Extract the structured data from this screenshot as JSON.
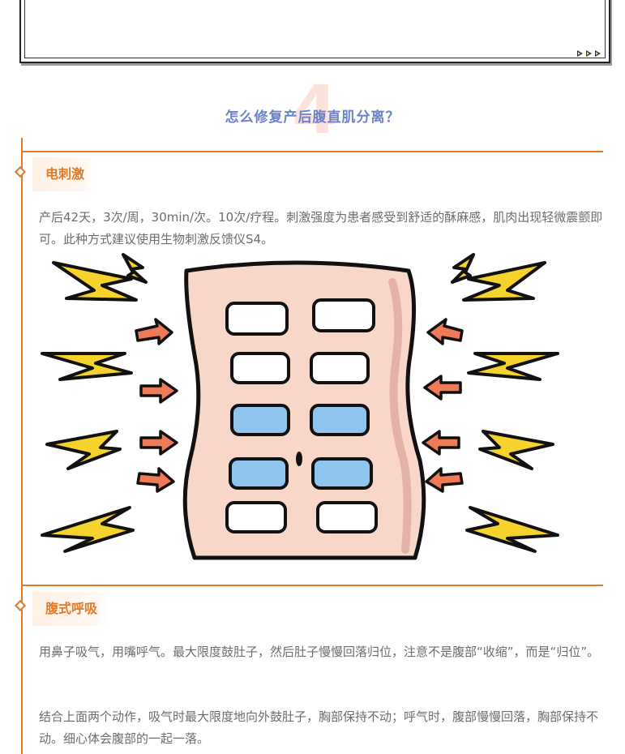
{
  "heading": {
    "bg_number": "4",
    "title": "怎么修复产后腹直肌分离？"
  },
  "sections": [
    {
      "label": "电刺激",
      "paragraphs": [
        "产后42天，3次/周，30min/次。10次/疗程。刺激强度为患者感受到舒适的酥麻感，肌肉出现轻微震颤即可。此种方式建议使用生物刺激反馈仪S4。"
      ]
    },
    {
      "label": "腹式呼吸",
      "paragraphs": [
        "用鼻子吸气，用嘴呼气。最大限度鼓肚子，然后肚子慢慢回落归位，注意不是腹部“收缩”，而是“归位”。",
        "结合上面两个动作，吸气时最大限度地向外鼓肚子，胸部保持不动；呼气时，腹部慢慢回落，胸部保持不动。细心体会腹部的一起一落。"
      ]
    }
  ],
  "colors": {
    "accent": "#e07a28",
    "title": "#6b82c9",
    "body_text": "#6c6c6c",
    "torso": "#f8d6c8",
    "blue_pad": "#8fc4ee",
    "bolt": "#f6d22c",
    "arrow": "#ef7a57"
  },
  "icons": [
    "next-arrows-icon",
    "diamond-marker-icon",
    "lightning-bolt-icon",
    "arrow-icon"
  ]
}
